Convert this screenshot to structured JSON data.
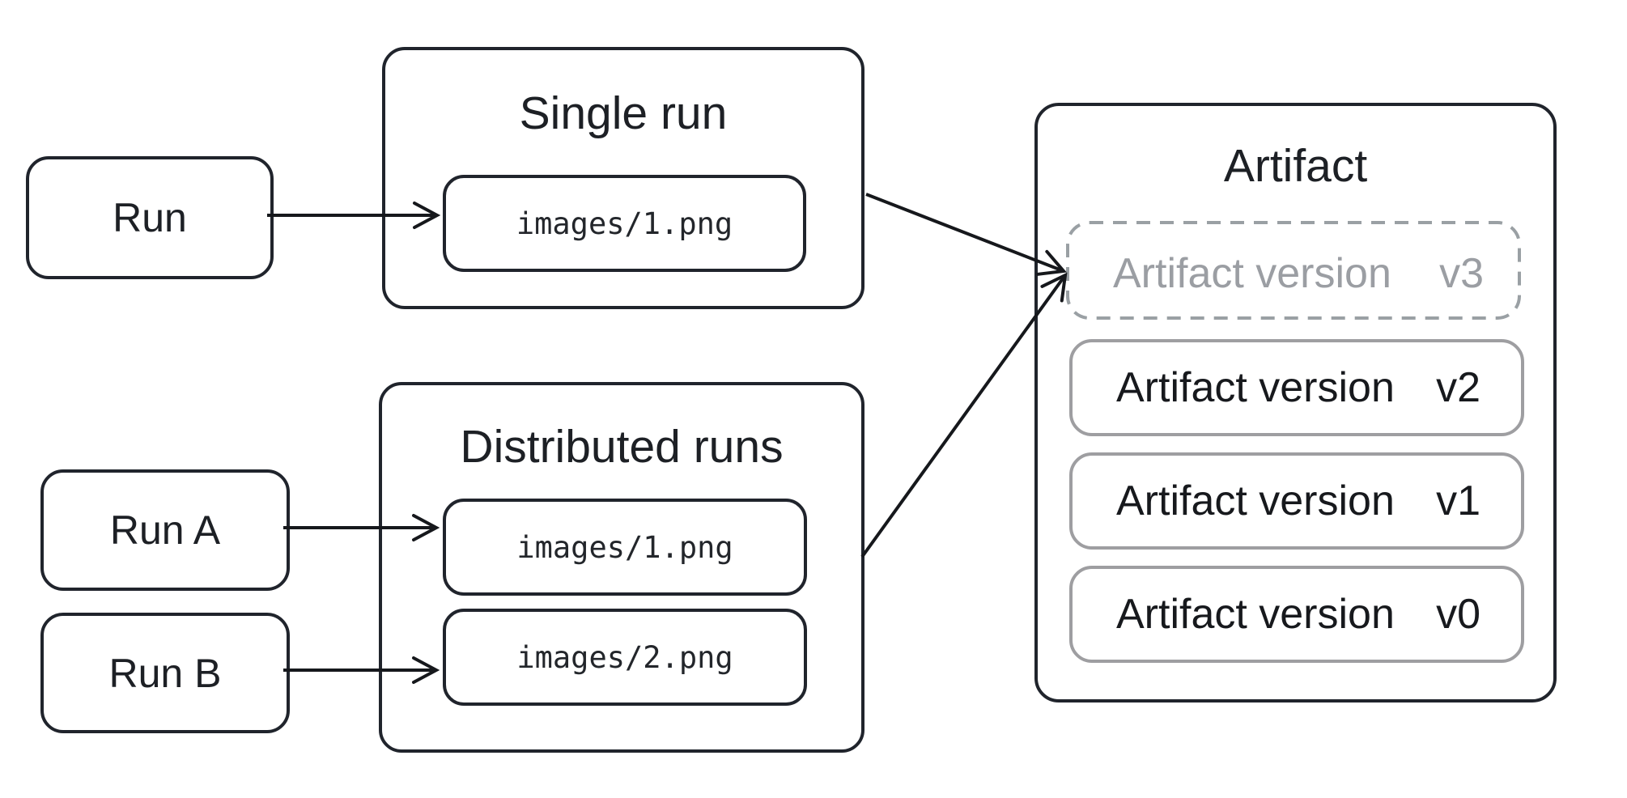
{
  "nodes": {
    "run": {
      "label": "Run"
    },
    "run_a": {
      "label": "Run A"
    },
    "run_b": {
      "label": "Run B"
    }
  },
  "single_run": {
    "title": "Single run",
    "file": "images/1.png"
  },
  "distributed_runs": {
    "title": "Distributed runs",
    "files": [
      "images/1.png",
      "images/2.png"
    ]
  },
  "artifact": {
    "title": "Artifact",
    "versions": [
      {
        "label": "Artifact version",
        "tag": "v3",
        "state": "pending-dashed"
      },
      {
        "label": "Artifact version",
        "tag": "v2",
        "state": "committed"
      },
      {
        "label": "Artifact version",
        "tag": "v1",
        "state": "committed"
      },
      {
        "label": "Artifact version",
        "tag": "v0",
        "state": "committed"
      }
    ]
  },
  "edges": [
    {
      "from": "run",
      "to": "single_run:images/1.png"
    },
    {
      "from": "run_a",
      "to": "distributed_runs:images/1.png"
    },
    {
      "from": "run_b",
      "to": "distributed_runs:images/2.png"
    },
    {
      "from": "single_run",
      "to": "artifact:v3"
    },
    {
      "from": "distributed_runs",
      "to": "artifact:v3"
    }
  ],
  "colors": {
    "ink": "#20242c",
    "text": "#1d2025",
    "arrow": "#16181c",
    "muted_text": "#9b9ea3",
    "muted_border": "#9e9ea1",
    "dashed_border": "#9aa0a4",
    "background": "#ffffff"
  }
}
